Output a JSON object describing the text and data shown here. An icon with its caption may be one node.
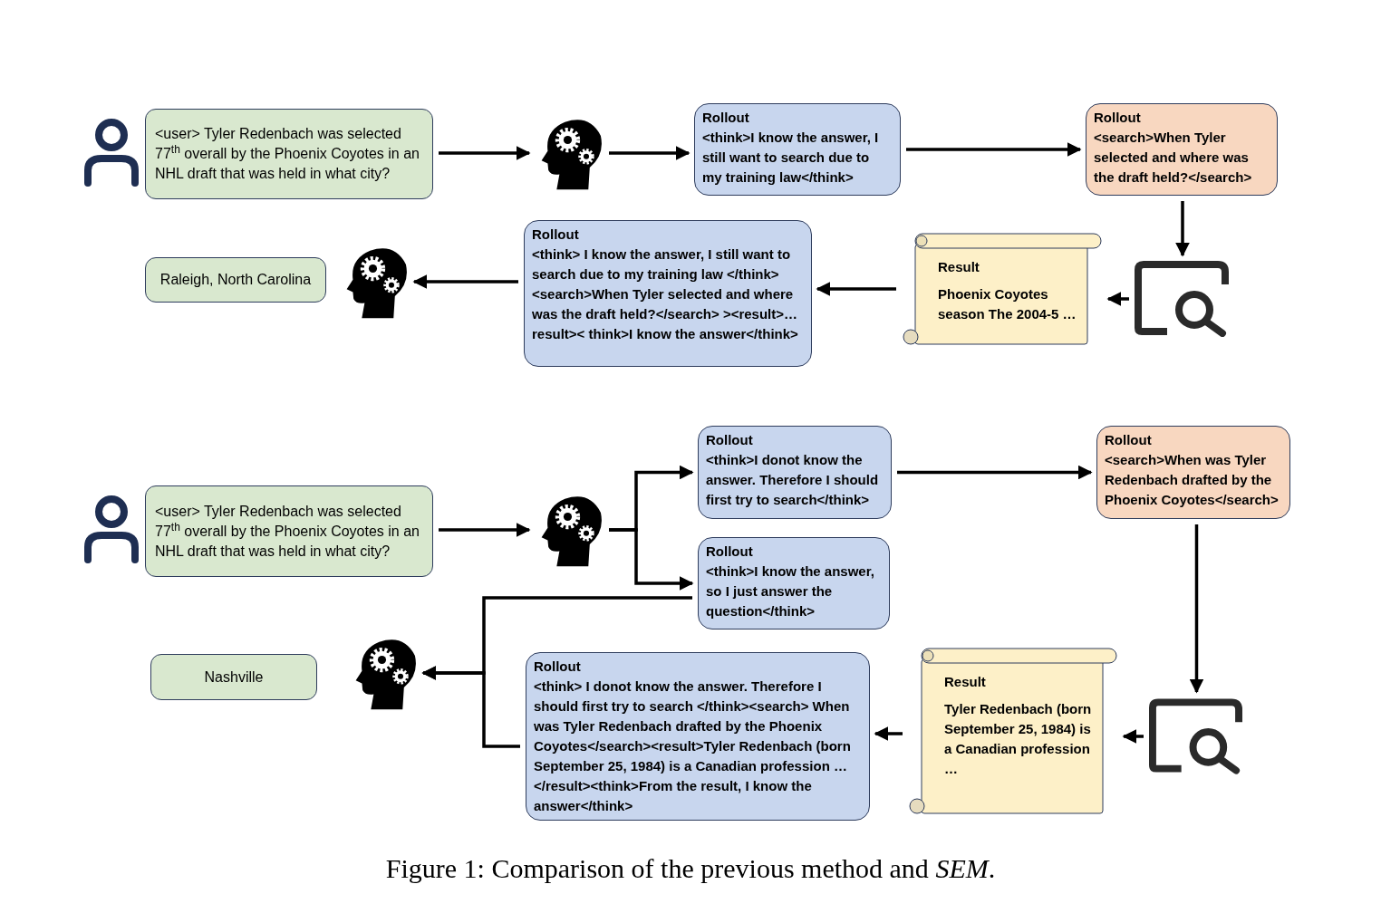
{
  "diagram": {
    "caption": "Figure 1: Comparison of the previous method and *SEM*.",
    "nodes": [
      {
        "text": [],
        "shape": "person"
      },
      {
        "text": [
          "<user> Tyler Redenbach was selected 77$^{th}$ overall by the Phoenix Coyotes in an NHL draft that was held in what city?"
        ]
      },
      {
        "text": [],
        "shape": "picture"
      },
      {
        "text": [
          "Rollout",
          "<think>I know the answer, I still want to search due to my training law</think>"
        ]
      },
      {
        "text": [
          "Rollout",
          "<search>When Tyler selected and where was the draft held?</search>"
        ]
      },
      {
        "text": [],
        "shape": "picture"
      },
      {
        "text": [
          "Result",
          "Phoenix Coyotes season The 2004-5 …"
        ]
      },
      {
        "text": [
          "Rollout",
          "<think> I know the answer, I still want to search due to my training law </think><search>When Tyler selected and where was the draft held?</search> ><result>…result>< think>I know the answer</think>"
        ]
      },
      {
        "text": [],
        "shape": "picture"
      },
      {
        "text": [
          "Raleigh, North Carolina"
        ]
      },
      {
        "text": [],
        "shape": "person"
      },
      {
        "text": [
          "<user> Tyler Redenbach was selected 77$^{th}$ overall by the Phoenix Coyotes in an NHL draft that was held in what city?"
        ]
      },
      {
        "text": [],
        "shape": "picture"
      },
      {
        "text": [
          "Rollout",
          "<think>I donot know the answer. Therefore I should first try to search</think>"
        ]
      },
      {
        "text": [
          "Rollout",
          "<think>I know the answer, so I just answer the question</think>"
        ]
      },
      {
        "text": [
          "Rollout",
          "<search>When was Tyler Redenbach drafted by the Phoenix Coyotes</search>"
        ]
      },
      {
        "text": [],
        "shape": "picture"
      },
      {
        "text": [
          "Result",
          "Tyler Redenbach (born September 25, 1984) is a Canadian profession …"
        ]
      },
      {
        "text": [
          "Rollout",
          "<think> I donot know the answer. Therefore I should first try to search </think><search> When was Tyler Redenbach drafted by the Phoenix Coyotes</search><result>Tyler Redenbach (born September 25, 1984) is a Canadian profession …</result><think>From the result, I know the answer</think>"
        ]
      },
      {
        "text": [],
        "shape": "picture"
      },
      {
        "text": [
          "Nashville"
        ]
      }
    ],
    "edges": [
      {
        "from": 1,
        "to": 2,
        "arrow": "to"
      },
      {
        "from": 2,
        "to": 3,
        "arrow": "to"
      },
      {
        "from": 3,
        "to": 4,
        "arrow": "to"
      },
      {
        "from": 4,
        "to": 5,
        "arrow": "to"
      },
      {
        "from": 5,
        "to": 6,
        "arrow": "to"
      },
      {
        "from": 6,
        "to": 7,
        "arrow": "to"
      },
      {
        "from": 7,
        "to": 8,
        "arrow": "to"
      },
      {
        "from": 11,
        "to": 12,
        "arrow": "to"
      },
      {
        "from": 12,
        "to": 13,
        "arrow": "to"
      },
      {
        "from": 12,
        "to": 14,
        "arrow": "to"
      },
      {
        "from": 13,
        "to": 15,
        "arrow": "to"
      },
      {
        "from": 15,
        "to": 16,
        "arrow": "to"
      },
      {
        "from": 16,
        "to": 17,
        "arrow": "to"
      },
      {
        "from": 17,
        "to": 18,
        "arrow": "to"
      },
      {
        "from": 14,
        "to": 19,
        "arrow": "to"
      },
      {
        "from": 18,
        "to": 19,
        "arrow": "to"
      }
    ]
  }
}
